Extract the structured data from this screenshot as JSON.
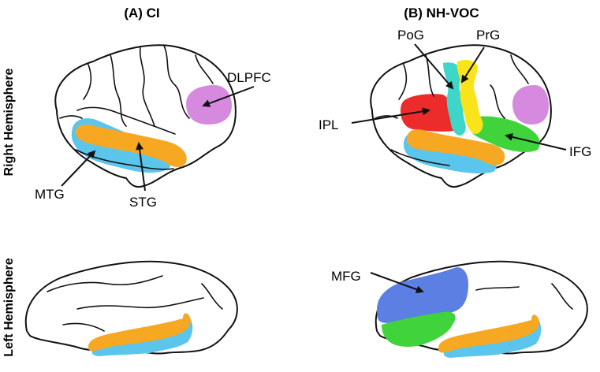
{
  "columns": {
    "a": "(A) CI",
    "b": "(B) NH-VOC"
  },
  "rows": {
    "right": "Right Hemisphere",
    "left": "Left Hemisphere"
  },
  "labels": {
    "dlpfc": "DLPFC",
    "mtg": "MTG",
    "stg": "STG",
    "pog": "PoG",
    "prg": "PrG",
    "ipl": "IPL",
    "ifg": "IFG",
    "mfg": "MFG"
  },
  "colors": {
    "stg": "#F7A823",
    "mtg": "#5BC5EC",
    "dlpfc": "#D58AE0",
    "pog": "#3ED6C8",
    "prg": "#F9E41B",
    "ipl": "#EC2B2B",
    "ifg": "#41D33C",
    "mfg": "#5B7FE3"
  }
}
